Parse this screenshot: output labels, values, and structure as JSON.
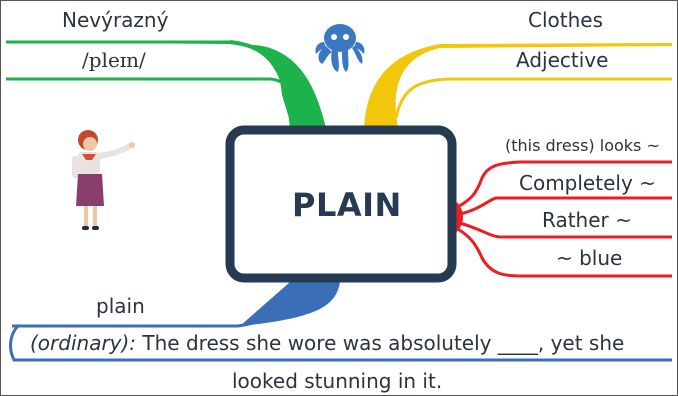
{
  "center": {
    "word": "PLAIN"
  },
  "left_branch": {
    "translation": "Nevýrazný",
    "ipa": "/pleɪn/"
  },
  "right_branch": {
    "category": "Clothes",
    "part_of_speech": "Adjective"
  },
  "collocations": {
    "header": "(this dress) looks ~",
    "items": [
      "Completely ~",
      "Rather ~",
      "~ blue"
    ]
  },
  "example": {
    "word": "plain",
    "sense": "(ordinary):",
    "sentence_line1": " The dress she wore was absolutely ____, yet she",
    "sentence_line2": "looked stunning in it."
  },
  "colors": {
    "green": "#1db24b",
    "yellow": "#f2c60a",
    "red": "#ee1c24",
    "blue": "#3a6fb8",
    "center_border": "#263a52",
    "logo": "#3b78c4"
  },
  "icons": [
    "octopus-logo-icon",
    "teacher-woman-icon"
  ]
}
